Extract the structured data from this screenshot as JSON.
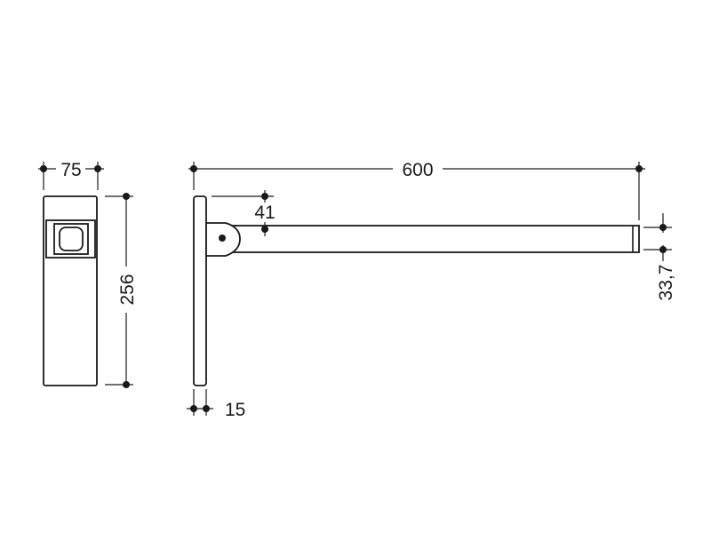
{
  "drawing": {
    "line_color": "#1a1a1a",
    "background": "#ffffff",
    "dimensions": {
      "width": "75",
      "height": "256",
      "length": "600",
      "hinge_offset": "41",
      "plate_thickness": "15",
      "tube_diameter": "33,7"
    }
  }
}
